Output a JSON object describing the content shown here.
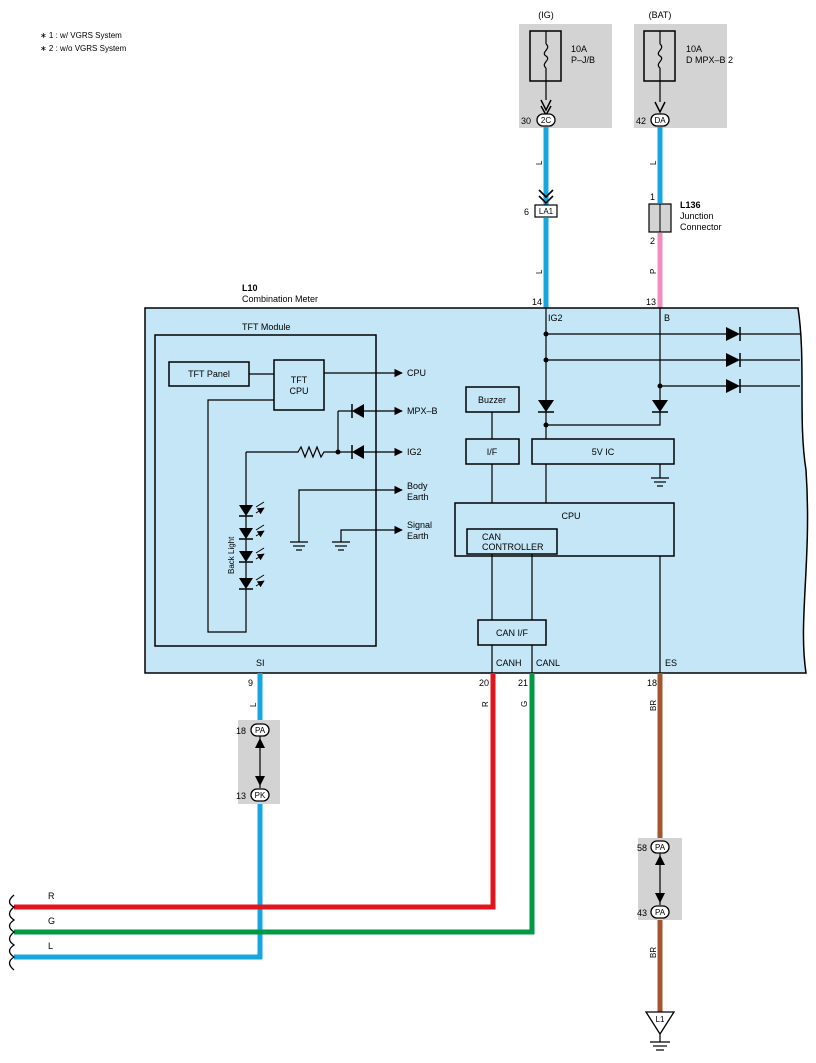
{
  "notes": [
    "∗ 1 : w/ VGRS System",
    "∗ 2 : w/o VGRS System"
  ],
  "colors": {
    "module_fill": "#c5e6f6",
    "fuse_bg": "#d3d3d3",
    "wire_L": "#17a7e0",
    "wire_P": "#f08cbf",
    "wire_R": "#e2141e",
    "wire_G": "#009845",
    "wire_BR": "#a5552d"
  },
  "fuses": {
    "ig": {
      "source": "(IG)",
      "rating": "10A",
      "name": "P–J/B",
      "pin": "30",
      "connector": "2C"
    },
    "bat": {
      "source": "(BAT)",
      "rating": "10A",
      "name": "D MPX–B 2",
      "pin": "42",
      "connector": "DA"
    }
  },
  "wires": {
    "ig_top": "L",
    "bat_top": "L",
    "ig_mid": "L",
    "bat_mid": "P",
    "si": "L",
    "canh": "R",
    "canl": "G",
    "es": "BR",
    "es_low": "BR",
    "left_r": "R",
    "left_g": "G",
    "left_l": "L"
  },
  "connector_la1": {
    "pin": "6",
    "name": "LA1"
  },
  "connector_l136": {
    "code": "L136",
    "desc1": "Junction",
    "desc2": "Connector",
    "pin_top": "1",
    "pin_bottom": "2"
  },
  "meter": {
    "code": "L10",
    "name": "Combination Meter",
    "pins": {
      "ig2_num": "14",
      "b_num": "13",
      "si_num": "9",
      "canh_num": "20",
      "canl_num": "21",
      "es_num": "18"
    },
    "terminals": {
      "ig2": "IG2",
      "b": "B",
      "si": "SI",
      "canh": "CANH",
      "canl": "CANL",
      "es": "ES"
    },
    "tft_module": "TFT Module",
    "tft_panel": "TFT Panel",
    "tft_cpu_1": "TFT",
    "tft_cpu_2": "CPU",
    "back_light": "Back Light",
    "arrows": {
      "cpu": "CPU",
      "mpxb": "MPX–B",
      "ig2": "IG2",
      "body1": "Body",
      "body2": "Earth",
      "signal1": "Signal",
      "signal2": "Earth"
    },
    "buzzer": "Buzzer",
    "if": "I/F",
    "ic5v": "5V IC",
    "cpu": "CPU",
    "can_ctrl_1": "CAN",
    "can_ctrl_2": "CONTROLLER",
    "can_if": "CAN I/F"
  },
  "junction_pa_pk": {
    "top_pin": "18",
    "top_conn": "PA",
    "bottom_pin": "13",
    "bottom_conn": "PK"
  },
  "junction_pa_pa": {
    "top_pin": "58",
    "top_conn": "PA",
    "bottom_pin": "43",
    "bottom_conn": "PA"
  },
  "ground": "L1"
}
